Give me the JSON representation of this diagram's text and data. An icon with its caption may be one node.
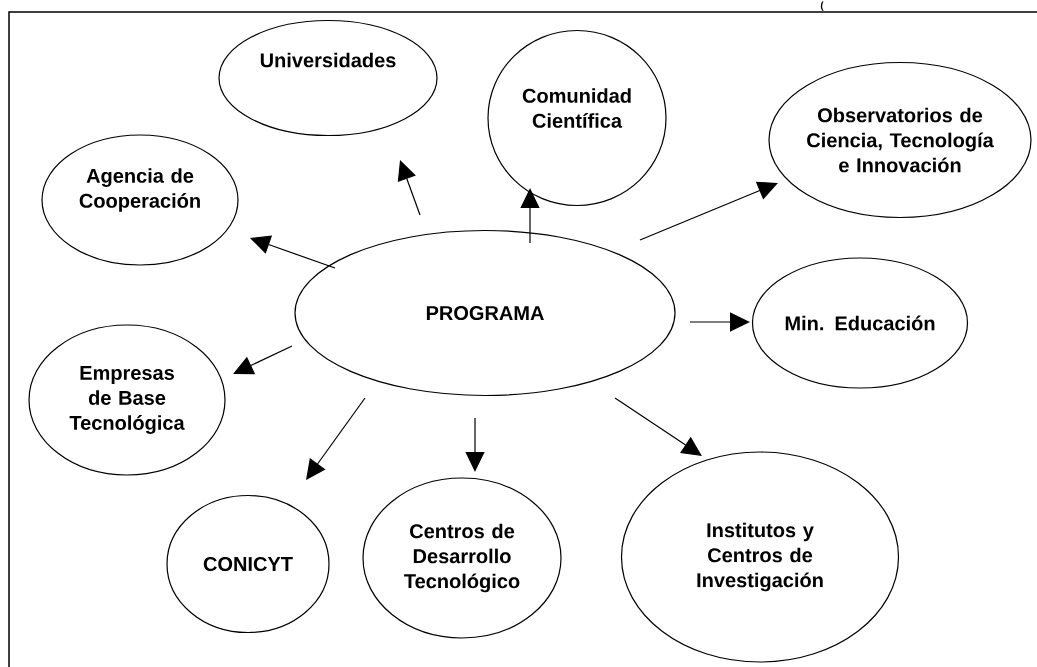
{
  "diagram": {
    "nodes": [
      {
        "text": [
          "Universidades"
        ]
      },
      {
        "text": [
          "Comunidad Científica"
        ]
      },
      {
        "text": [
          "Observatorios de Ciencia, Tecnología e Innovación"
        ]
      },
      {
        "text": [
          "Agencia de Cooperación"
        ]
      },
      {
        "text": [
          "PROGRAMA"
        ]
      },
      {
        "text": [
          "Min. Educación"
        ]
      },
      {
        "text": [
          "Empresas de Base Tecnológica"
        ]
      },
      {
        "text": [
          "CONICYT"
        ]
      },
      {
        "text": [
          "Centros de Desarrollo Tecnológico"
        ]
      },
      {
        "text": [
          "Institutos y Centros de Investigación"
        ]
      }
    ],
    "edges": [
      {
        "from": 4,
        "to": 0,
        "arrow": "to"
      },
      {
        "from": 4,
        "to": 1,
        "arrow": "to"
      },
      {
        "from": 4,
        "to": 2,
        "arrow": "to"
      },
      {
        "from": 4,
        "to": 3,
        "arrow": "to"
      },
      {
        "from": 4,
        "to": 5,
        "arrow": "to"
      },
      {
        "from": 4,
        "to": 6,
        "arrow": "to"
      },
      {
        "from": 4,
        "to": 7,
        "arrow": "to"
      },
      {
        "from": 4,
        "to": 8,
        "arrow": "to"
      },
      {
        "from": 4,
        "to": 9,
        "arrow": "to"
      }
    ],
    "labels": [
      "("
    ]
  }
}
